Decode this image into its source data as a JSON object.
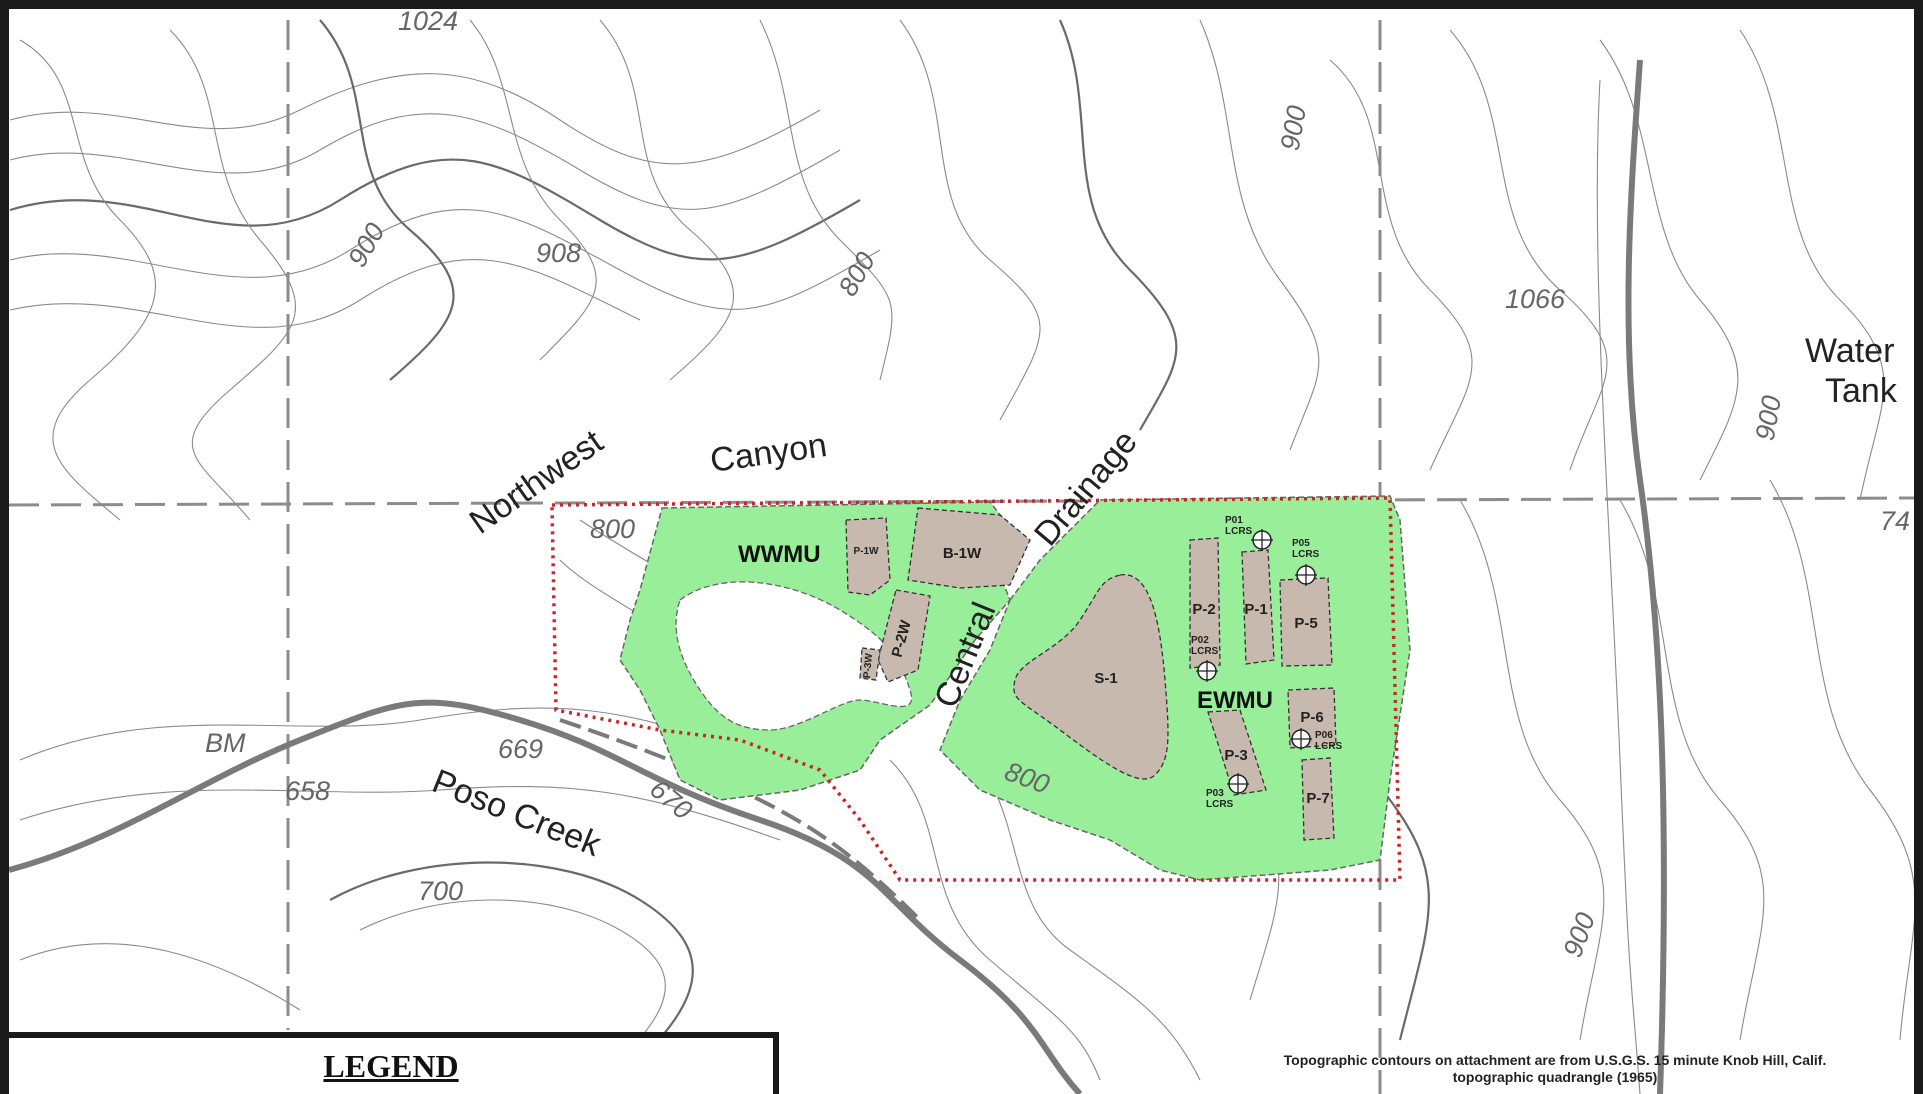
{
  "map": {
    "elevation_labels": [
      "1024",
      "900",
      "908",
      "800",
      "900",
      "1066",
      "800",
      "669",
      "658",
      "670",
      "700",
      "800",
      "900",
      "900",
      "74"
    ],
    "features": {
      "northwest": "Northwest",
      "canyon": "Canyon",
      "drainage": "Drainage",
      "central": "Central",
      "poso_creek": "Poso Creek",
      "water": "Water",
      "tank": "Tank",
      "bm": "BM"
    },
    "units": {
      "wwmu": "WWMU",
      "ewmu": "EWMU"
    },
    "ponds": {
      "p1w": "P-1W",
      "b1w": "B-1W",
      "p2w": "P-2W",
      "p3w": "P-3W",
      "s1": "S-1",
      "p2": "P-2",
      "p1": "P-1",
      "p5": "P-5",
      "p6": "P-6",
      "p3": "P-3",
      "p7": "P-7"
    },
    "lcrs": [
      {
        "id": "p01",
        "line1": "P01",
        "line2": "LCRS"
      },
      {
        "id": "p05",
        "line1": "P05",
        "line2": "LCRS"
      },
      {
        "id": "p02",
        "line1": "P02",
        "line2": "LCRS"
      },
      {
        "id": "p06",
        "line1": "P06",
        "line2": "LCRS"
      },
      {
        "id": "p03",
        "line1": "P03",
        "line2": "LCRS"
      }
    ],
    "colors": {
      "wmu_fill": "#99ee99",
      "pond_fill": "#c7b9ad",
      "boundary": "#c62828",
      "contour": "#8a8a8a"
    }
  },
  "legend": {
    "title": "LEGEND"
  },
  "source_note": {
    "line1": "Topographic contours on attachment are from U.S.G.S. 15 minute Knob Hill, Calif.",
    "line2": "topographic quadrangle (1965)"
  }
}
